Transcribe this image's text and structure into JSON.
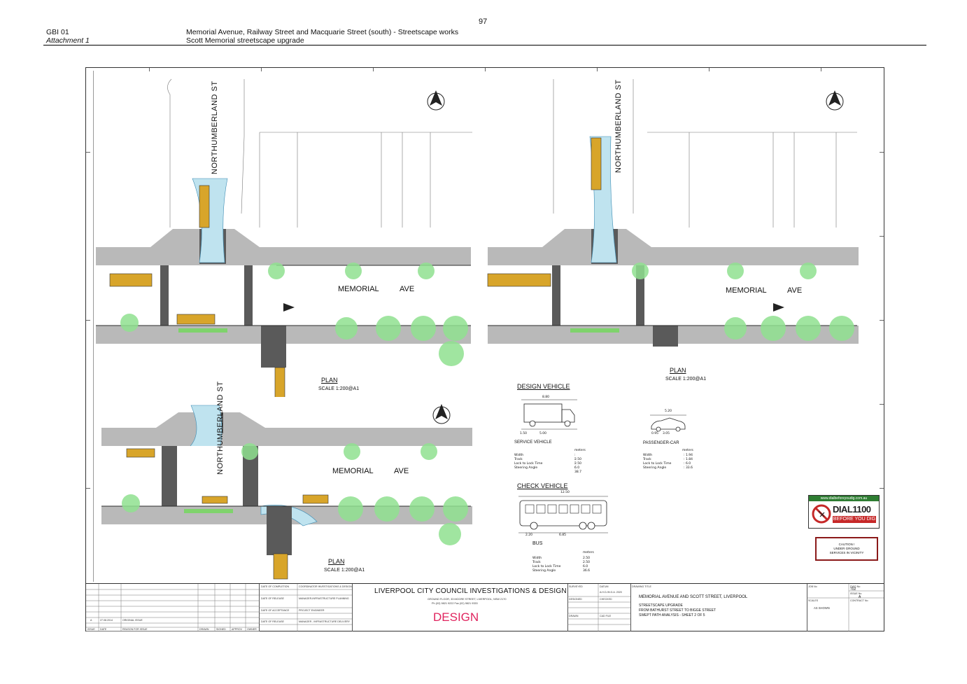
{
  "page": {
    "number": "97",
    "ref": "GBI 01",
    "attachment": "Attachment 1",
    "title_line1": "Memorial Avenue, Railway Street and Macquarie Street (south) - Streetscape works",
    "title_line2": "Scott Memorial streetscape upgrade"
  },
  "plans": {
    "street_name": "NORTHUMBERLAND ST",
    "avenue_memorial": "MEMORIAL",
    "avenue_ave": "AVE",
    "plan_label": "PLAN",
    "scale_label": "SCALE 1:200@A1",
    "colors": {
      "paving": "#b9b9b9",
      "road": "#ffffff",
      "crossing": "#5a5a5a",
      "swept": "#bfe3ef",
      "tree": "#8fe08f",
      "vehicle": "#d8a52a",
      "kerb": "#2b2b2b"
    }
  },
  "vehicles": {
    "design_heading": "DESIGN VEHICLE",
    "service_label": "SERVICE VEHICLE",
    "service_dims": {
      "length": "8.80",
      "front": "1.50",
      "wheelbase": "5.00"
    },
    "service_specs": {
      "unit": "meters",
      "rows": [
        {
          "k": "Width",
          "v": ": 2.50"
        },
        {
          "k": "Track",
          "v": ": 2.50"
        },
        {
          "k": "Lock to Lock Time",
          "v": ": 6.0"
        },
        {
          "k": "Steering Angle",
          "v": ": 38.7"
        }
      ]
    },
    "car_label": "PASSENGER-CAR",
    "car_dims": {
      "length": "5.20",
      "front": "0.95",
      "wheelbase": "3.05"
    },
    "car_specs": {
      "unit": "meters",
      "rows": [
        {
          "k": "Width",
          "v": ": 1.94"
        },
        {
          "k": "Track",
          "v": ": 1.84"
        },
        {
          "k": "Lock to Lock Time",
          "v": ": 6.0"
        },
        {
          "k": "Steering Angle",
          "v": ": 33.6"
        }
      ]
    },
    "check_heading": "CHECK VEHICLE",
    "bus_label": "BUS",
    "bus_dims": {
      "length": "12.50",
      "front": "2.20",
      "wheelbase": "6.85"
    },
    "bus_specs": {
      "unit": "meters",
      "rows": [
        {
          "k": "Width",
          "v": "2.50"
        },
        {
          "k": "Track",
          "v": "2.50"
        },
        {
          "k": "Lock to Lock Time",
          "v": "6.0"
        },
        {
          "k": "Steering Angle",
          "v": "36.6"
        }
      ]
    }
  },
  "dial": {
    "url": "www.dialbeforeyoudig.com.au",
    "number": "DIAL1100",
    "tagline": "BEFORE YOU DIG"
  },
  "caution": {
    "line1": "CAUTION !",
    "line2": "UNDER GROUND",
    "line3": "SERVICES IN VICINITY"
  },
  "titleblock": {
    "council": "LIVERPOOL CITY COUNCIL INVESTIGATIONS & DESIGN",
    "address": "GROUND FLOOR, 33 MOORE STREET, LIVERPOOL, NSW 2170",
    "phone": "Ph (02) 9821 9222    Fax (02) 9821 9333",
    "stamp": "DESIGN",
    "drawing_title_label": "DRAWING TITLE",
    "title1": "MEMORIAL AVENUE AND SCOTT STREET, LIVERPOOL",
    "title2": "STREETSCAPE UPGRADE",
    "title3": "FROM BATHURST STREET TO BIGGE STREET",
    "title4": "SWEPT PATH ANALYSIS - SHEET 2 OF 5",
    "surveyed": "SURVEYED",
    "datum": "DATUM",
    "datum_value": "A.H.D./M.G.A. 2020",
    "designed": "DESIGNED",
    "checked": "CHECKED",
    "drawn": "DRAWN",
    "cad_file": "CAD FILE",
    "job_no": "JOB No",
    "dwg_no": "DWG No",
    "dwg_value": "702",
    "issue_no": "ISSUE No",
    "issue_value": "A",
    "scales": "SCALES",
    "scales_value": "AS SHOWN",
    "contract_no": "CONTRACT No",
    "date_completion": "DATE OF COMPLETION",
    "date_release": "DATE OF RELEASE",
    "date_acceptance": "DATE OF ACCEPTANCE",
    "coord_inv": "COORDINATOR INVESTIGATIONS & DESIGN",
    "mgr_planning": "MANAGER-INFRASTRUCTURE PLANNING",
    "project_engineer": "PROJECT ENGINEER",
    "mgr_delivery": "MANAGER - INFRASTRUCTURE DELIVERY",
    "rev_row": {
      "issue": "A",
      "date": "27.08.2014",
      "reason": "ORIGINAL ISSUE"
    },
    "col_issue": "ISSUE",
    "col_date": "DATE",
    "col_reason": "REASON FOR ISSUE",
    "col_drawn": "DRAWN",
    "col_signed": "SIGNED",
    "col_approv": "APPROV",
    "col_owner": "OWNER"
  }
}
